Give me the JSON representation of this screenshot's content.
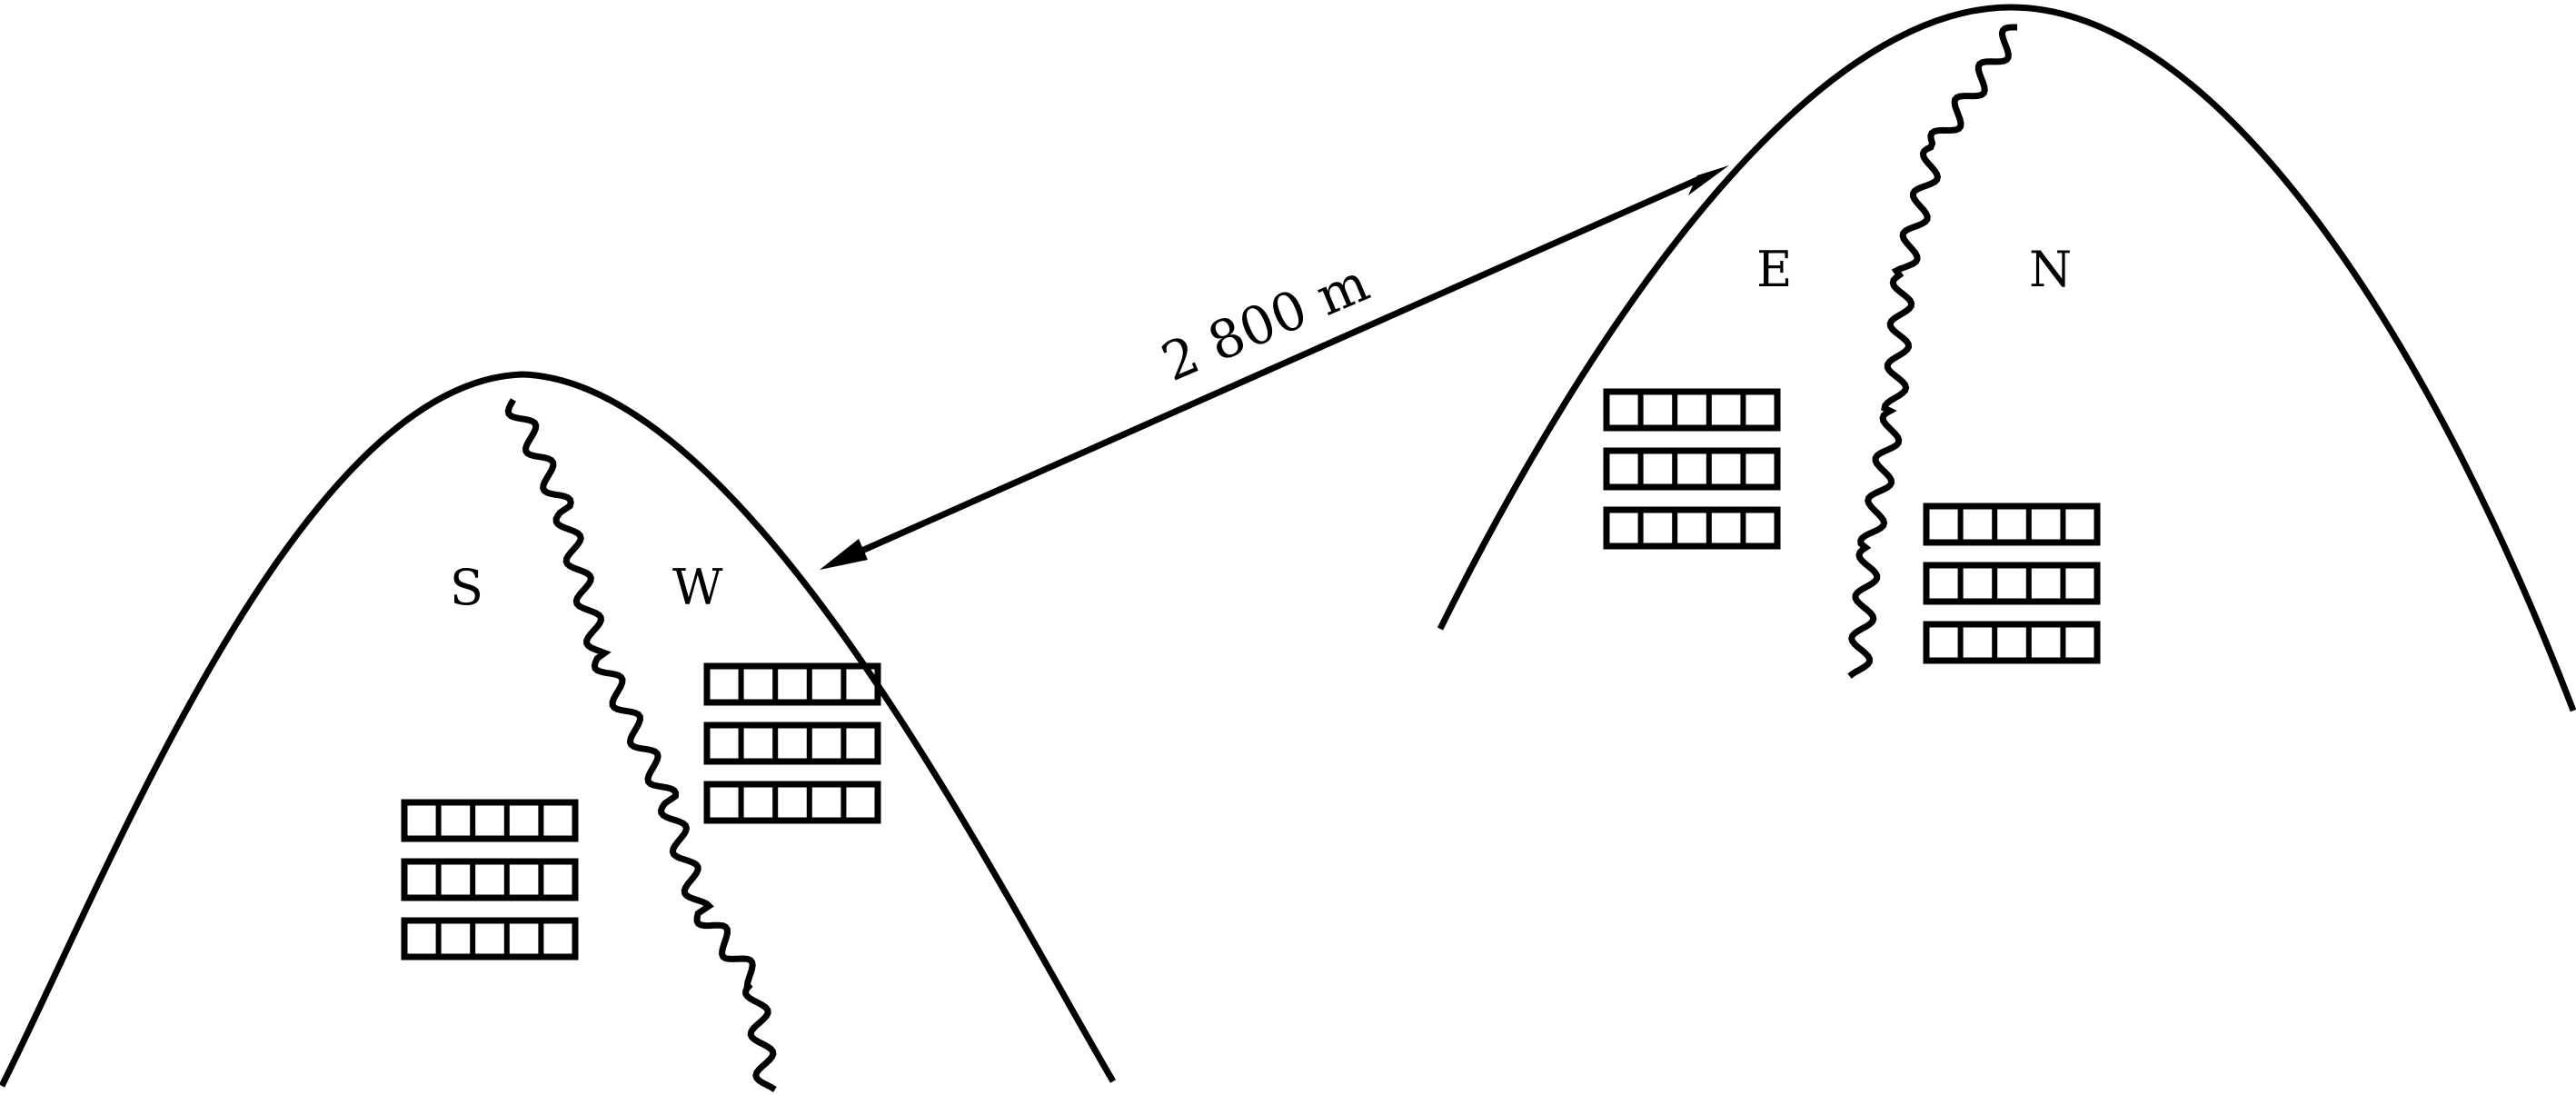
{
  "distance_label": "2 800 m",
  "west_hill": {
    "slope_labels": [
      "S",
      "W"
    ],
    "building_rows_per_block": 3,
    "windows_per_row": 5
  },
  "east_hill": {
    "slope_labels": [
      "E",
      "N"
    ],
    "building_rows_per_block": 3,
    "windows_per_row": 5
  },
  "colors": {
    "stroke": "#000000",
    "background": "#ffffff"
  }
}
